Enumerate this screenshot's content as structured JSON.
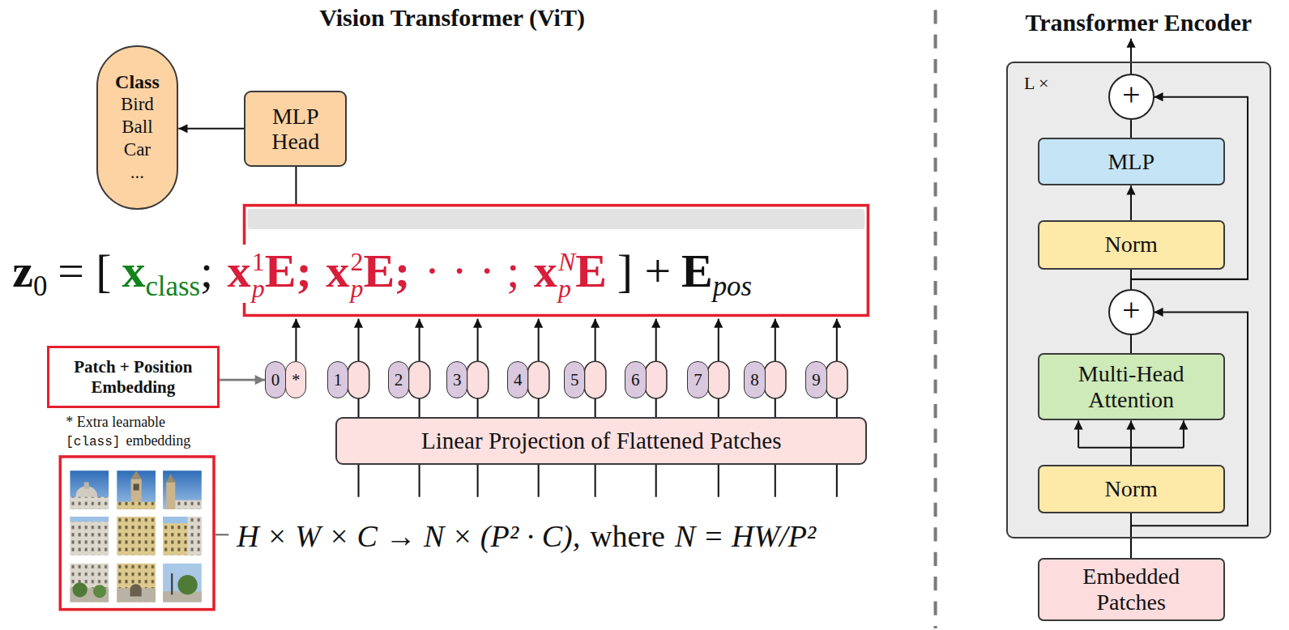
{
  "diagram": {
    "title": "Vision Transformer (ViT)",
    "nodes": [
      {
        "text": [
          "Class",
          "Bird Ball Car ..."
        ]
      },
      {
        "text": [
          "MLP Head"
        ]
      },
      {
        "text": [
          "Patch + Position Embedding"
        ]
      },
      {
        "text": [
          "0"
        ]
      },
      {
        "text": [
          "*"
        ]
      },
      {
        "text": [
          "1"
        ]
      },
      {
        "text": [
          "2"
        ]
      },
      {
        "text": [
          "3"
        ]
      },
      {
        "text": [
          "4"
        ]
      },
      {
        "text": [
          "5"
        ]
      },
      {
        "text": [
          "6"
        ]
      },
      {
        "text": [
          "7"
        ]
      },
      {
        "text": [
          "8"
        ]
      },
      {
        "text": [
          "9"
        ]
      },
      {
        "text": [
          "Linear Projection of Flattened Patches"
        ]
      },
      {
        "text": [
          "Transformer Encoder",
          "L ×"
        ]
      },
      {
        "text": [
          "+"
        ],
        "in": 15
      },
      {
        "text": [
          "MLP"
        ],
        "in": 15
      },
      {
        "text": [
          "Norm"
        ],
        "in": 15
      },
      {
        "text": [
          "+"
        ],
        "in": 15
      },
      {
        "text": [
          "Multi-Head Attention"
        ],
        "in": 15
      },
      {
        "text": [
          "Norm"
        ],
        "in": 15
      },
      {
        "text": [
          "Embedded Patches"
        ]
      }
    ],
    "edges": [
      {
        "from": 1,
        "to": 0,
        "arrow": "to"
      },
      {
        "from": 2,
        "to": 3,
        "arrow": "to"
      },
      {
        "from": 22,
        "to": 21,
        "arrow": "none"
      },
      {
        "from": 21,
        "to": 20,
        "arrow": "to"
      },
      {
        "from": 20,
        "to": 19,
        "arrow": "none"
      },
      {
        "from": 22,
        "to": 19,
        "arrow": "to"
      },
      {
        "from": 19,
        "to": 18,
        "arrow": "none"
      },
      {
        "from": 18,
        "to": 17,
        "arrow": "to"
      },
      {
        "from": 17,
        "to": 16,
        "arrow": "none"
      },
      {
        "from": 19,
        "to": 16,
        "arrow": "to"
      }
    ],
    "labels": [
      "* Extra learnable",
      "[class]",
      "embedding",
      "H × W × C → N × (P² · C),",
      "where",
      "N = HW/P²",
      "z",
      "0",
      "= [",
      "x",
      "class",
      ";",
      "x",
      "1",
      "p",
      "E;",
      "x",
      "2",
      "p",
      "E;",
      "· · · ;",
      "x",
      "N",
      "p",
      "E",
      "] +",
      "E",
      "pos"
    ]
  }
}
